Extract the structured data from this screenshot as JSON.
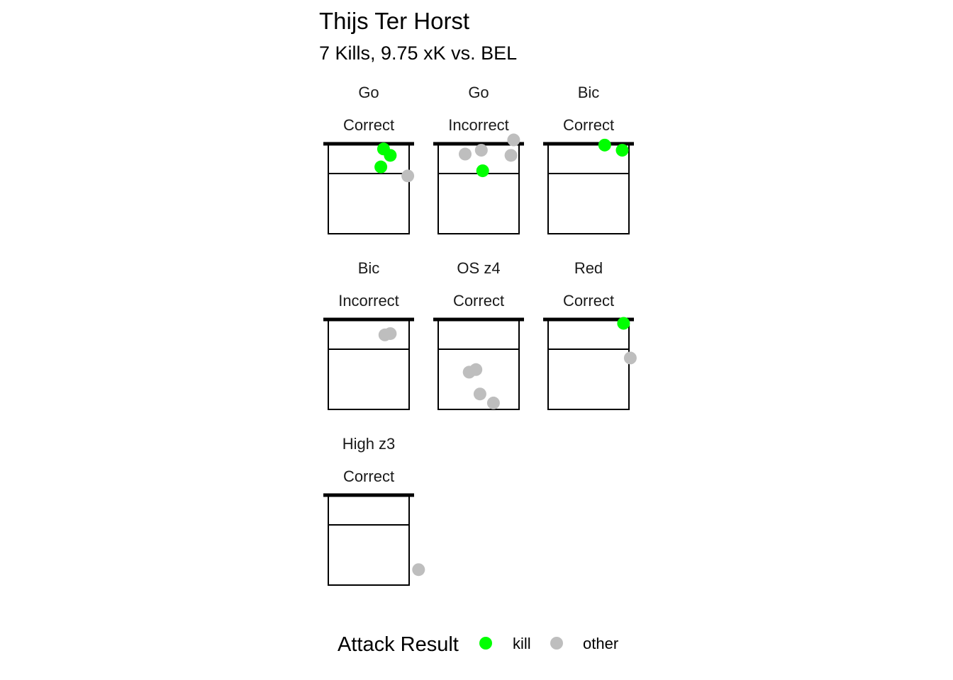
{
  "chart_data": {
    "type": "scatter",
    "title": "Thijs Ter Horst",
    "subtitle": "7 Kills, 9.75 xK vs. BEL",
    "xlim": [
      0.5,
      3.5
    ],
    "ylim": [
      0.0,
      3.5
    ],
    "facets": [
      {
        "row1": "Go",
        "row2": "Correct",
        "points": [
          {
            "x": 2.55,
            "y": 3.3,
            "result": "kill"
          },
          {
            "x": 2.8,
            "y": 3.05,
            "result": "kill"
          },
          {
            "x": 2.45,
            "y": 2.6,
            "result": "kill"
          },
          {
            "x": 3.45,
            "y": 2.25,
            "result": "other"
          }
        ]
      },
      {
        "row1": "Go",
        "row2": "Incorrect",
        "points": [
          {
            "x": 1.5,
            "y": 3.1,
            "result": "other"
          },
          {
            "x": 2.1,
            "y": 3.25,
            "result": "other"
          },
          {
            "x": 3.3,
            "y": 3.65,
            "result": "other"
          },
          {
            "x": 3.2,
            "y": 3.05,
            "result": "other"
          },
          {
            "x": 2.15,
            "y": 2.45,
            "result": "kill"
          }
        ]
      },
      {
        "row1": "Bic",
        "row2": "Correct",
        "points": [
          {
            "x": 2.6,
            "y": 3.45,
            "result": "kill"
          },
          {
            "x": 3.25,
            "y": 3.25,
            "result": "kill"
          }
        ]
      },
      {
        "row1": "Bic",
        "row2": "Incorrect",
        "points": [
          {
            "x": 2.6,
            "y": 2.9,
            "result": "other"
          },
          {
            "x": 2.8,
            "y": 2.95,
            "result": "other"
          }
        ]
      },
      {
        "row1": "OS z4",
        "row2": "Correct",
        "points": [
          {
            "x": 1.9,
            "y": 1.55,
            "result": "other"
          },
          {
            "x": 1.65,
            "y": 1.45,
            "result": "other"
          },
          {
            "x": 2.05,
            "y": 0.6,
            "result": "other"
          },
          {
            "x": 2.55,
            "y": 0.25,
            "result": "other"
          }
        ]
      },
      {
        "row1": "Red",
        "row2": "Correct",
        "points": [
          {
            "x": 3.3,
            "y": 3.35,
            "result": "kill"
          },
          {
            "x": 3.55,
            "y": 2.0,
            "result": "other"
          }
        ]
      },
      {
        "row1": "High z3",
        "row2": "Correct",
        "points": [
          {
            "x": 3.85,
            "y": 0.6,
            "result": "other"
          }
        ]
      }
    ],
    "legend": {
      "title": "Attack Result",
      "position": "bottom",
      "entries": [
        {
          "label": "kill",
          "color": "#00FF00"
        },
        {
          "label": "other",
          "color": "#BEBEBE"
        }
      ]
    }
  }
}
